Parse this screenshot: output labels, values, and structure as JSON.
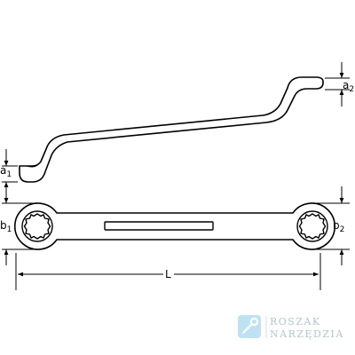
{
  "diagram": {
    "subject": "double-ended offset ring spanner",
    "dimensions": {
      "a1": {
        "base": "a",
        "sub": "1"
      },
      "a2": {
        "base": "a",
        "sub": "2"
      },
      "b1": {
        "base": "b",
        "sub": "1"
      },
      "b2": {
        "base": "b",
        "sub": "2"
      },
      "L": {
        "base": "L",
        "sub": ""
      }
    }
  },
  "watermark": {
    "line1": "ROSZAK",
    "line2": "NARZĘDZIA",
    "icon": "wrench-icon"
  },
  "colors": {
    "line": "#000000",
    "watermark_icon_bg": "#bfe2f2",
    "watermark_text": "#b7c3cd"
  }
}
